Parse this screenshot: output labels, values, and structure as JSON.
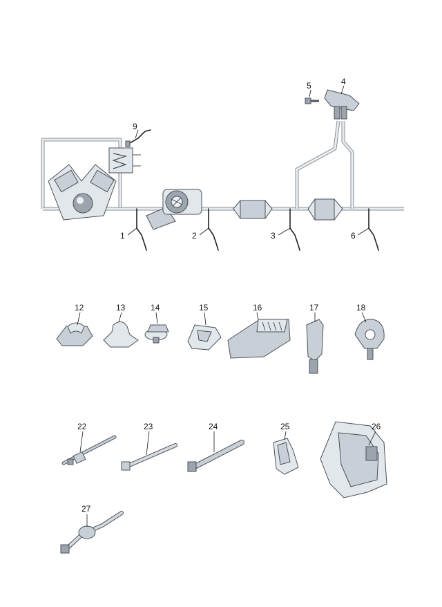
{
  "diagram": {
    "labels": {
      "p1": "1",
      "p2": "2",
      "p3": "3",
      "p4": "4",
      "p5": "5",
      "p6": "6",
      "p9": "9",
      "p12": "12",
      "p13": "13",
      "p14": "14",
      "p15": "15",
      "p16": "16",
      "p17": "17",
      "p18": "18",
      "p22": "22",
      "p23": "23",
      "p24": "24",
      "p25": "25",
      "p26": "26",
      "p27": "27"
    },
    "colors": {
      "pipe": "#8a9198",
      "part_fill": "#c8cfd6",
      "part_outline": "#4a5058"
    }
  }
}
